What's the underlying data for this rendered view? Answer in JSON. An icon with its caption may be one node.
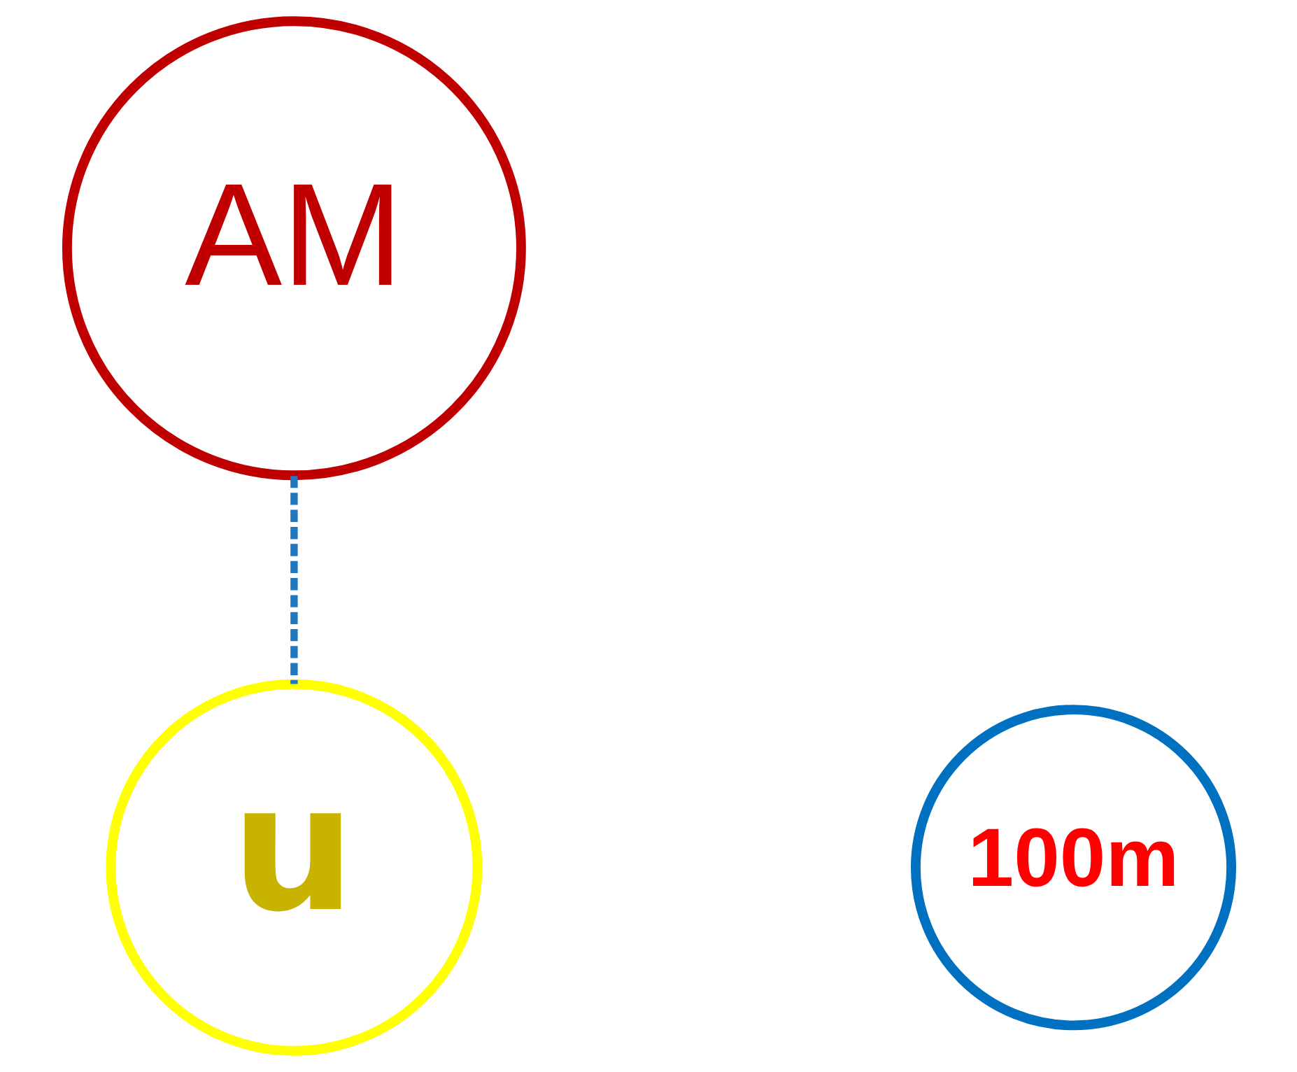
{
  "diagram": {
    "nodes": [
      {
        "text": [
          "AM"
        ]
      },
      {
        "text": [
          "u"
        ]
      },
      {
        "text": [
          "100m"
        ]
      }
    ],
    "edges": [
      {
        "from": 0,
        "to": 1,
        "arrow": "none",
        "style": "dashed"
      }
    ]
  }
}
